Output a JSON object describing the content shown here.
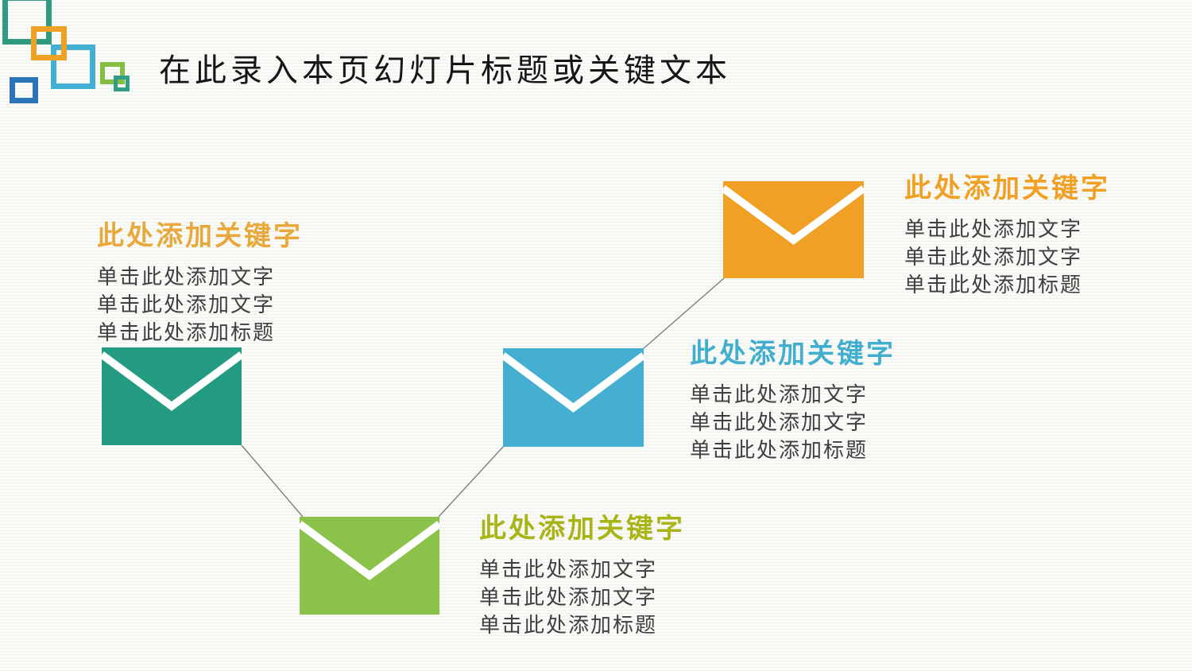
{
  "slide": {
    "title": "在此录入本页幻灯片标题或关键文本",
    "title_color": "#161616",
    "background_base": "#fbfcf9",
    "background_stripe": "#eef1e9"
  },
  "decor_squares": [
    {
      "name": "teal-large",
      "color": "#2e9b81"
    },
    {
      "name": "orange",
      "color": "#efa125"
    },
    {
      "name": "sky-blue",
      "color": "#41b0d3"
    },
    {
      "name": "light-green",
      "color": "#84bf44"
    },
    {
      "name": "teal-small",
      "color": "#2f9e85"
    },
    {
      "name": "dark-blue",
      "color": "#2c74b8"
    }
  ],
  "connector_color": "#7f7f7f",
  "items": [
    {
      "heading": "此处添加关键字",
      "heading_color": "#e9a83b",
      "envelope_color": "#239b80",
      "lines": [
        "单击此处添加文字",
        "单击此处添加文字",
        "单击此处添加标题"
      ]
    },
    {
      "heading": "此处添加关键字",
      "heading_color": "#a9b416",
      "envelope_color": "#8ac24a",
      "lines": [
        "单击此处添加文字",
        "单击此处添加文字",
        "单击此处添加标题"
      ]
    },
    {
      "heading": "此处添加关键字",
      "heading_color": "#41aece",
      "envelope_color": "#44afd0",
      "lines": [
        "单击此处添加文字",
        "单击此处添加文字",
        "单击此处添加标题"
      ]
    },
    {
      "heading": "此处添加关键字",
      "heading_color": "#f0a125",
      "envelope_color": "#f0a125",
      "lines": [
        "单击此处添加文字",
        "单击此处添加文字",
        "单击此处添加标题"
      ]
    }
  ]
}
